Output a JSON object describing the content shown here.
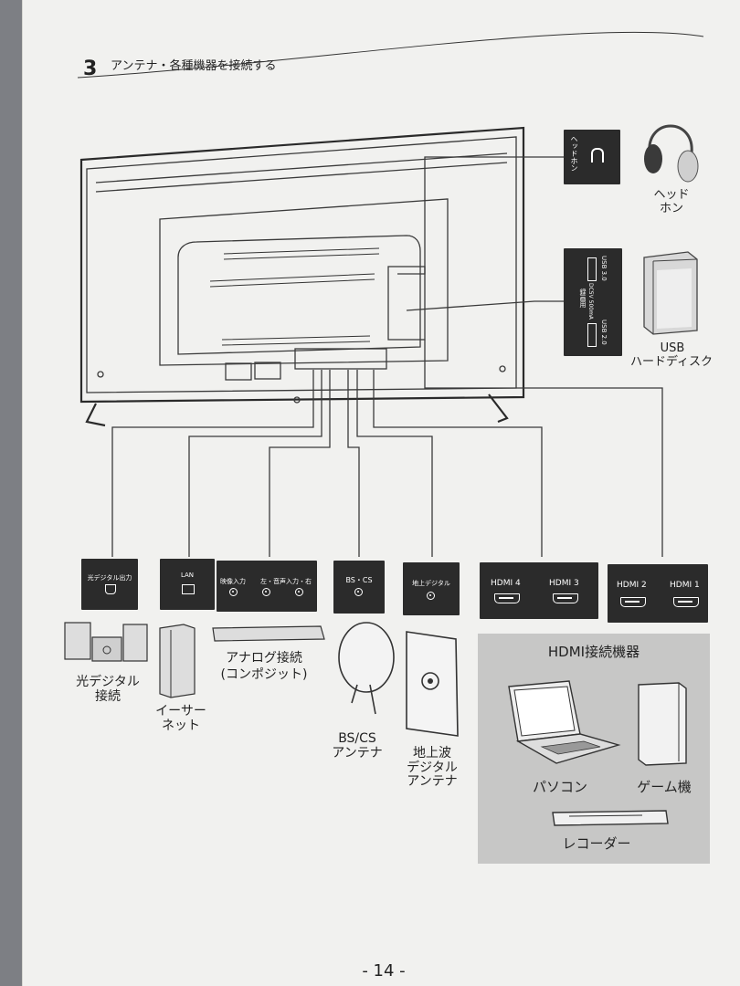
{
  "section": {
    "number": "3",
    "title": "アンテナ・各種機器を接続する"
  },
  "panels": {
    "headphone_port": "ヘッドホン",
    "usb_port": {
      "usage": "録画用",
      "spec": "DC5V 500mA",
      "usb3": "USB 3.0",
      "usb2": "USB 2.0"
    },
    "optical": "光デジタル出力",
    "lan": "LAN",
    "av_in": {
      "video": "映像入力",
      "audio": "左・音声入力・右"
    },
    "bscs": "BS・CS",
    "terrestrial": "地上デジタル",
    "hdmi_a": [
      "HDMI 4",
      "HDMI 3"
    ],
    "hdmi_b": [
      "HDMI 2",
      "HDMI 1"
    ]
  },
  "devices": {
    "headphone": "ヘッド\nホン",
    "usb_hdd_1": "USB",
    "usb_hdd_2": "ハードディスク",
    "optical": "光デジタル\n接続",
    "ethernet": "イーサー\nネット",
    "analog_1": "アナログ接続",
    "analog_2": "(コンポジット)",
    "bscs_antenna": "BS/CS\nアンテナ",
    "terrestrial_antenna": "地上波\nデジタル\nアンテナ"
  },
  "hdmi_box": {
    "title": "HDMI接続機器",
    "pc": "パソコン",
    "game": "ゲーム機",
    "recorder": "レコーダー"
  },
  "page_number": "- 14 -"
}
